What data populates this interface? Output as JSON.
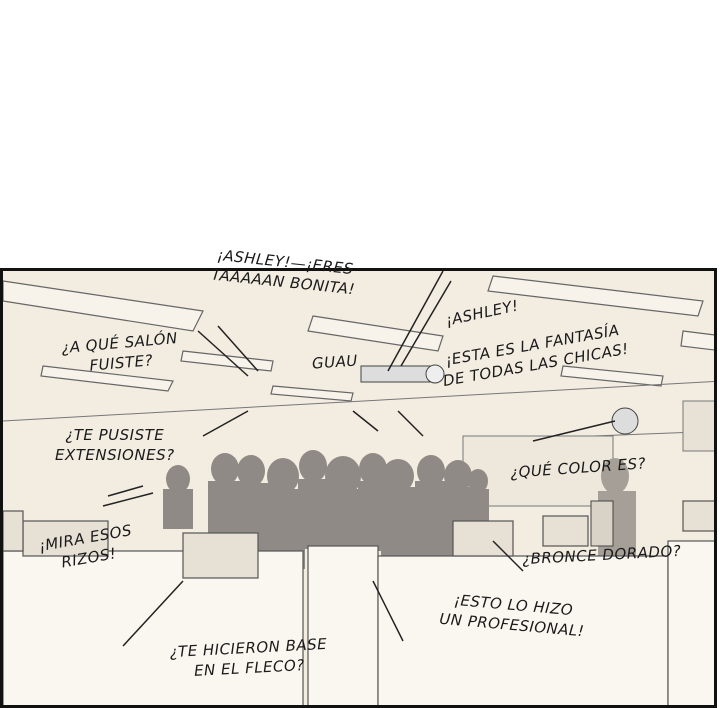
{
  "comic": {
    "colors": {
      "background": "#f2ece1",
      "border": "#111111",
      "crowd": "#8f8a85",
      "line": "#555555"
    },
    "dialogue": {
      "ashley_eres": {
        "line1": "¡ASHLEY!—¡ERES",
        "line2": "TAAAAAN BONITA!"
      },
      "ashley": "¡ASHLEY!",
      "salon": {
        "line1": "¿A QUÉ SALÓN",
        "line2": "FUISTE?"
      },
      "guau": "GUAU",
      "fantasia": {
        "line1": "¡ESTA ES LA FANTASÍA",
        "line2": "DE TODAS LAS CHICAS!"
      },
      "extensiones": {
        "line1": "¿TE PUSISTE",
        "line2": "EXTENSIONES?"
      },
      "color": "¿QUÉ COLOR ES?",
      "rizos": {
        "line1": "¡MIRA ESOS",
        "line2": "RIZOS!"
      },
      "bronce": "¿BRONCE DORADO?",
      "profesional": {
        "line1": "¡ESTO LO HIZO",
        "line2": "UN PROFESIONAL!"
      },
      "fleco": {
        "line1": "¿TE HICIERON BASE",
        "line2": "EN EL FLECO?"
      }
    }
  }
}
